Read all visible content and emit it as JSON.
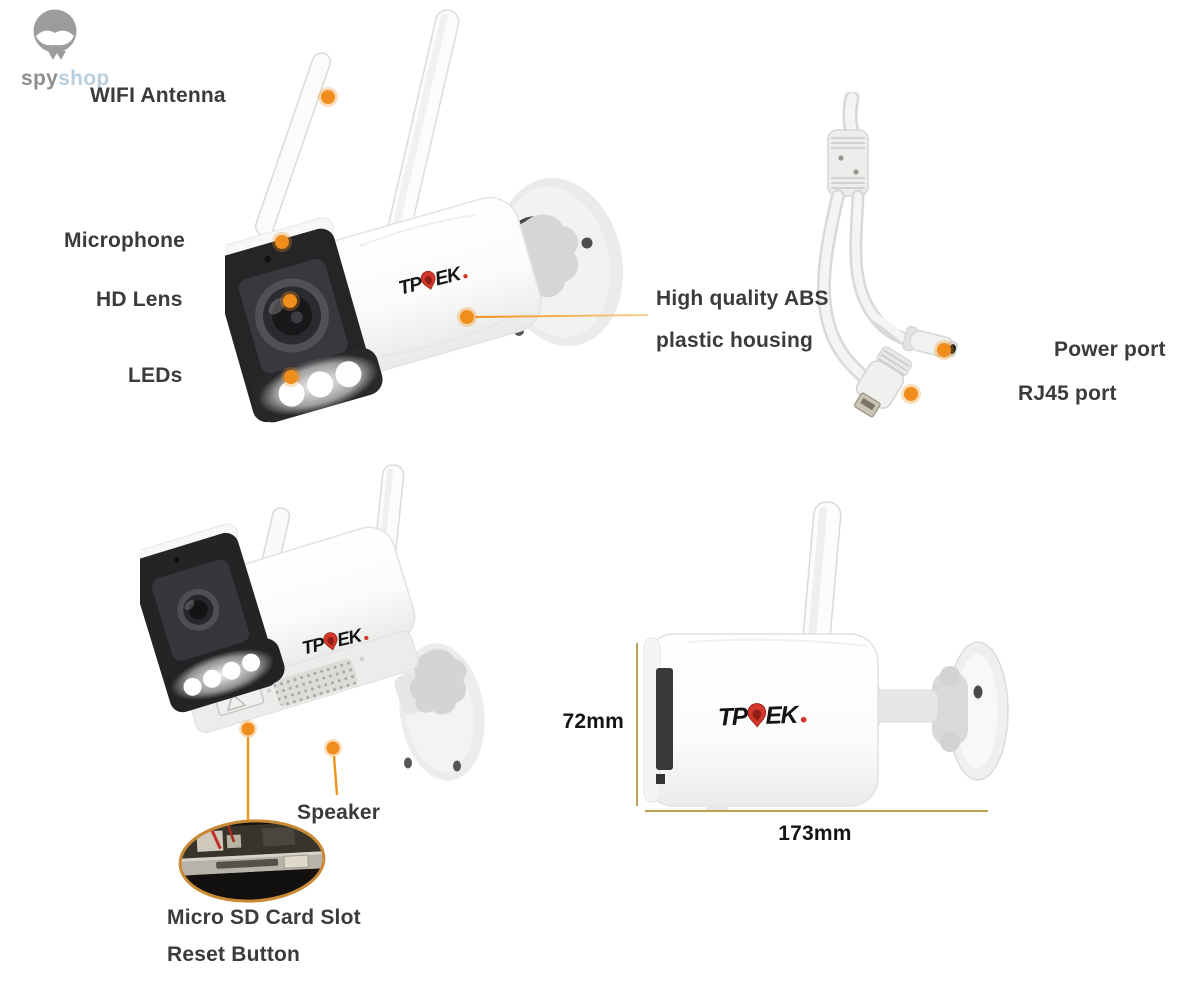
{
  "watermark": {
    "spy": "spy",
    "shop": "shop"
  },
  "brand": {
    "tp": "TP",
    "ek": "EK"
  },
  "annotations": {
    "wifi_antenna": "WIFI Antenna",
    "microphone": "Microphone",
    "hd_lens": "HD Lens",
    "leds": "LEDs",
    "housing_line1": "High quality ABS",
    "housing_line2": "plastic housing",
    "power_port": "Power port",
    "rj45_port": "RJ45 port",
    "speaker": "Speaker",
    "micro_sd_card_slot": "Micro SD Card Slot",
    "reset_button": "Reset Button"
  },
  "dimensions": {
    "height": "72mm",
    "length": "173mm"
  },
  "colors": {
    "leader_line_strong": "#EF931D",
    "leader_line_light": "#F6D193",
    "leader_dot": "#EF8E1C",
    "dimension_line": "#B3913F",
    "label_text": "#3B3B3B",
    "brand_black": "#141414",
    "brand_red": "#D2372B",
    "watermark_gray": "#8F8F8F",
    "watermark_blue": "#B9CFDF",
    "camera_face_dark": "#252527",
    "camera_body_white": "#FBFBFA"
  }
}
